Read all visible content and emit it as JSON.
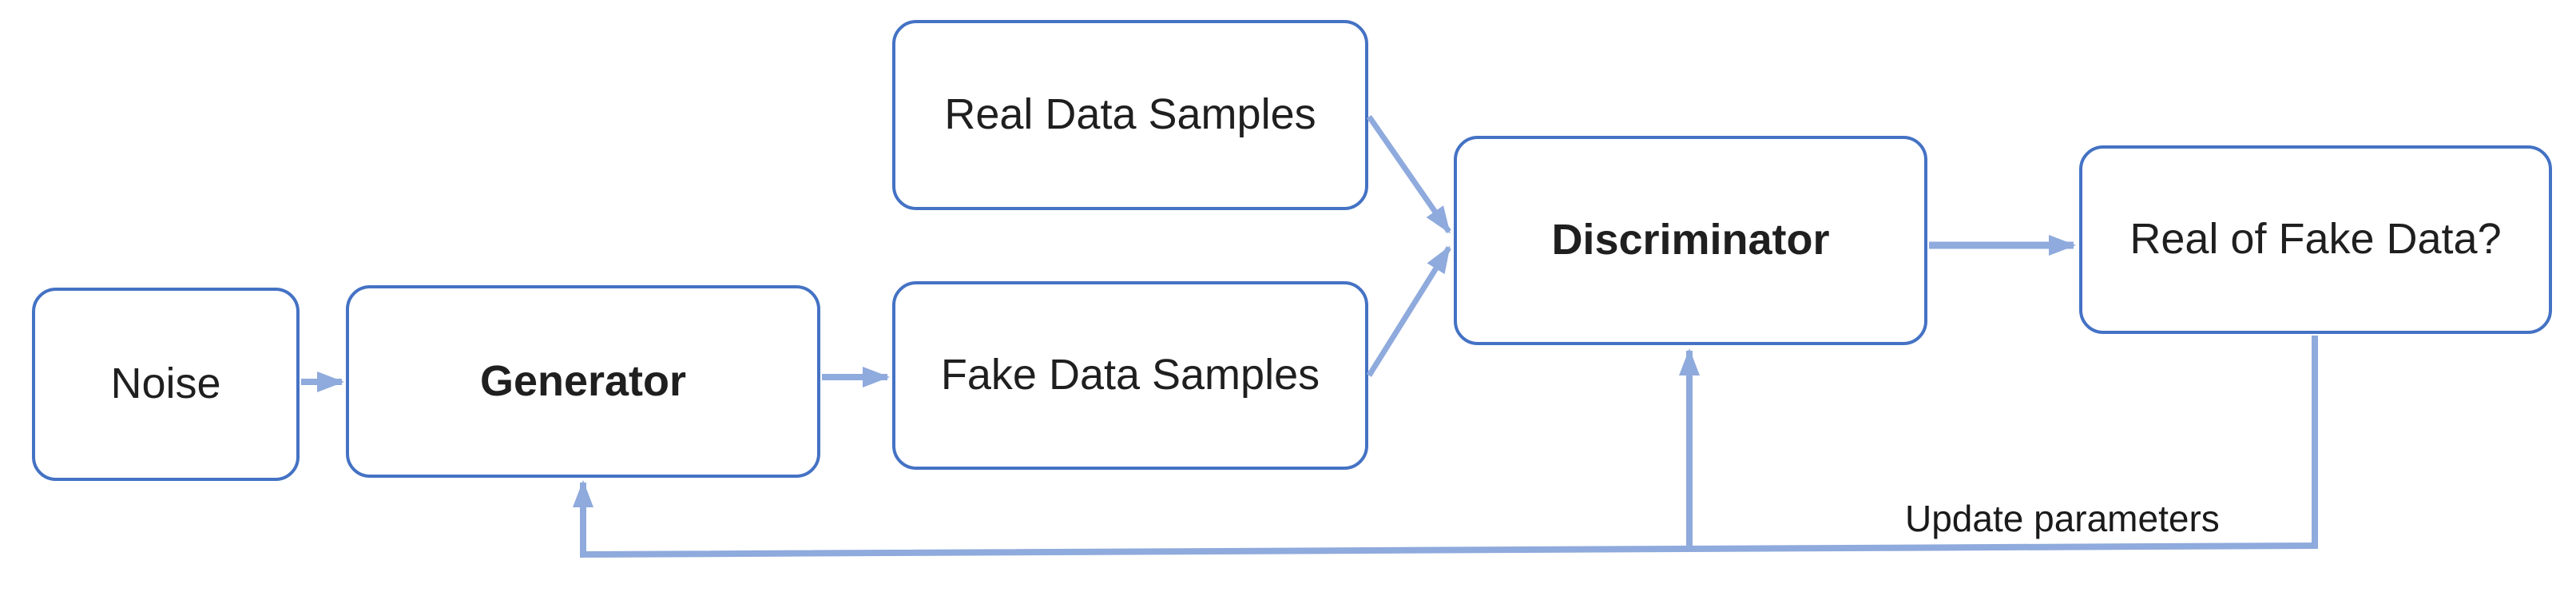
{
  "diagram": {
    "nodes": {
      "noise": {
        "label": "Noise",
        "bold": false
      },
      "generator": {
        "label": "Generator",
        "bold": true
      },
      "real_data": {
        "label": "Real Data Samples",
        "bold": false
      },
      "fake_data": {
        "label": "Fake Data Samples",
        "bold": false
      },
      "discriminator": {
        "label": "Discriminator",
        "bold": true
      },
      "output": {
        "label": "Real of Fake Data?",
        "bold": false
      }
    },
    "edges": [
      {
        "from": "noise",
        "to": "generator",
        "type": "arrow"
      },
      {
        "from": "generator",
        "to": "fake_data",
        "type": "arrow"
      },
      {
        "from": "real_data",
        "to": "discriminator",
        "type": "arrow"
      },
      {
        "from": "fake_data",
        "to": "discriminator",
        "type": "arrow"
      },
      {
        "from": "discriminator",
        "to": "output",
        "type": "arrow"
      },
      {
        "from": "output",
        "to": "generator",
        "type": "feedback",
        "label": "Update parameters"
      },
      {
        "from": "output",
        "to": "discriminator",
        "type": "feedback"
      }
    ],
    "feedback_label": "Update parameters",
    "colors": {
      "box_border": "#4472C4",
      "box_fill": "#ffffff",
      "arrow": "#8FAADC",
      "text": "#1f1f1f",
      "background": "#ffffff"
    }
  }
}
